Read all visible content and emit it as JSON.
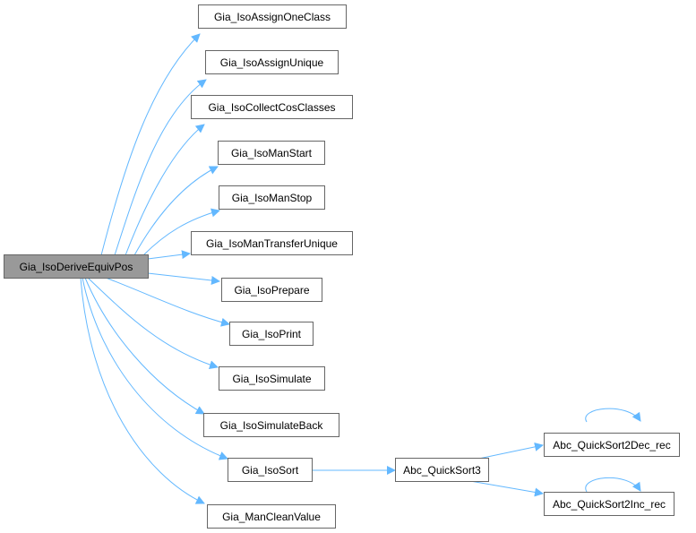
{
  "graph": {
    "root": "Gia_IsoDeriveEquivPos",
    "callees": [
      "Gia_IsoAssignOneClass",
      "Gia_IsoAssignUnique",
      "Gia_IsoCollectCosClasses",
      "Gia_IsoManStart",
      "Gia_IsoManStop",
      "Gia_IsoManTransferUnique",
      "Gia_IsoPrepare",
      "Gia_IsoPrint",
      "Gia_IsoSimulate",
      "Gia_IsoSimulateBack",
      "Gia_IsoSort",
      "Gia_ManCleanValue"
    ],
    "level2": "Abc_QuickSort3",
    "level3": [
      "Abc_QuickSort2Dec_rec",
      "Abc_QuickSort2Inc_rec"
    ],
    "edge_color": "#63b8ff"
  }
}
